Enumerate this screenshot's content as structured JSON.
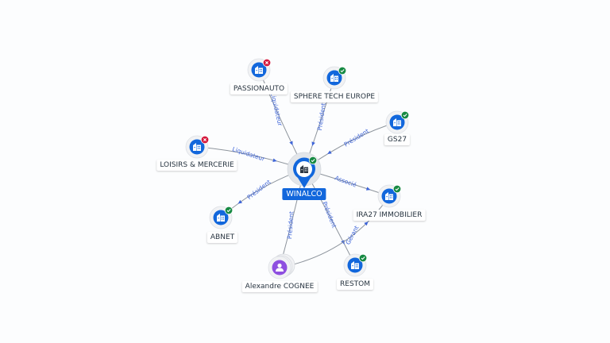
{
  "center": {
    "label": "WINALCO",
    "icon": "building-icon",
    "status": "active"
  },
  "nodes": [
    {
      "id": "passionauto",
      "label": "PASSIONAUTO",
      "type": "company",
      "status": "closed"
    },
    {
      "id": "sphere",
      "label": "SPHERE TECH EUROPE",
      "type": "company",
      "status": "active"
    },
    {
      "id": "gs27",
      "label": "GS27",
      "type": "company",
      "status": "active"
    },
    {
      "id": "loisirs",
      "label": "LOISIRS & MERCERIE",
      "type": "company",
      "status": "closed"
    },
    {
      "id": "abnet",
      "label": "ABNET",
      "type": "company",
      "status": "active"
    },
    {
      "id": "ira27",
      "label": "IRA27 IMMOBILIER",
      "type": "company",
      "status": "active"
    },
    {
      "id": "alexandre",
      "label": "Alexandre COGNEE",
      "type": "person",
      "status": "none"
    },
    {
      "id": "restom",
      "label": "RESTOM",
      "type": "company",
      "status": "active"
    }
  ],
  "edges": [
    {
      "id": "e-passionauto",
      "label": "Liquidateur"
    },
    {
      "id": "e-sphere",
      "label": "Président"
    },
    {
      "id": "e-gs27",
      "label": "Président"
    },
    {
      "id": "e-loisirs",
      "label": "Liquidateur"
    },
    {
      "id": "e-abnet",
      "label": "Président"
    },
    {
      "id": "e-ira27",
      "label": "Associé"
    },
    {
      "id": "e-alexandre",
      "label": "Président"
    },
    {
      "id": "e-restom",
      "label": "Président"
    },
    {
      "id": "e-alex-ira27",
      "label": "Gérant"
    }
  ],
  "colors": {
    "company_icon": "#1267dc",
    "person_icon": "#8e4fe0",
    "active_badge": "#178a43",
    "closed_badge": "#d5193d",
    "edge_label": "#3d64d8",
    "center_label_bg": "#1267dc"
  }
}
